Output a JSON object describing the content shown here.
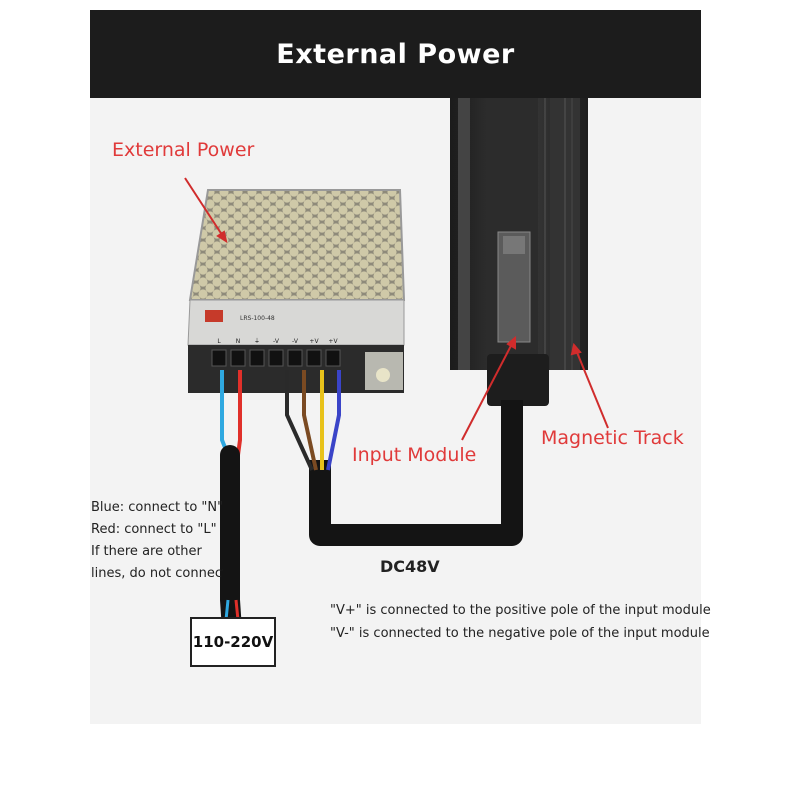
{
  "banner": {
    "title": "External Power"
  },
  "labels": {
    "external_power": "External Power",
    "input_module": "Input Module",
    "magnetic_track": "Magnetic Track"
  },
  "wiring_notes": [
    "Blue: connect to \"N\"",
    "Red: connect to \"L\"",
    "If there are other",
    "lines, do not connect"
  ],
  "dc_voltage": "DC48V",
  "pole_notes": [
    "\"V+\" is connected to the positive pole of the input module",
    "\"V-\" is connected to the negative pole of the input module"
  ],
  "ac_voltage": "110-220V",
  "psu": {
    "model": "LRS-100-48",
    "terminals": [
      "L",
      "N",
      "⏚",
      "-V",
      "-V",
      "+V",
      "+V"
    ]
  },
  "colors": {
    "banner": "#1c1c1c",
    "label_red": "#e03a3a",
    "wire_blue": "#2fa8e0",
    "wire_red": "#e0302a",
    "wire_brown": "#7a4a22",
    "wire_yellow": "#e8c21a",
    "wire_indigo": "#3a44c8",
    "track": "#2a2a2a"
  }
}
